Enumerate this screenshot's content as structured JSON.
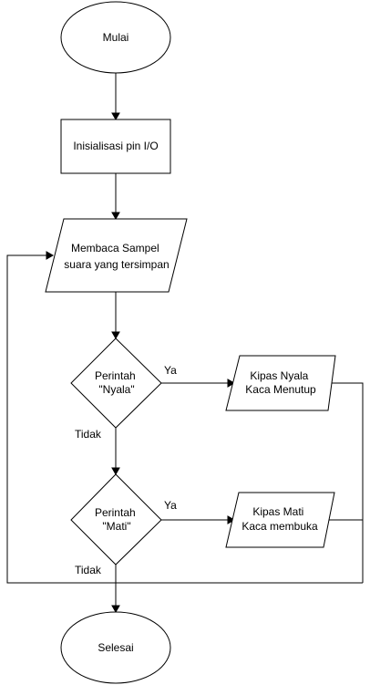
{
  "nodes": {
    "start": "Mulai",
    "init": "Inisialisasi pin I/O",
    "read": [
      "Membaca Sampel",
      "suara yang tersimpan"
    ],
    "decision_on": [
      "Perintah",
      "\"Nyala\""
    ],
    "action_on": [
      "Kipas Nyala",
      "Kaca Menutup"
    ],
    "decision_off": [
      "Perintah",
      "\"Mati\""
    ],
    "action_off": [
      "Kipas Mati",
      "Kaca membuka"
    ],
    "end": "Selesai"
  },
  "labels": {
    "yes_1": "Ya",
    "no_1": "Tidak",
    "yes_2": "Ya",
    "no_2": "Tidak"
  }
}
